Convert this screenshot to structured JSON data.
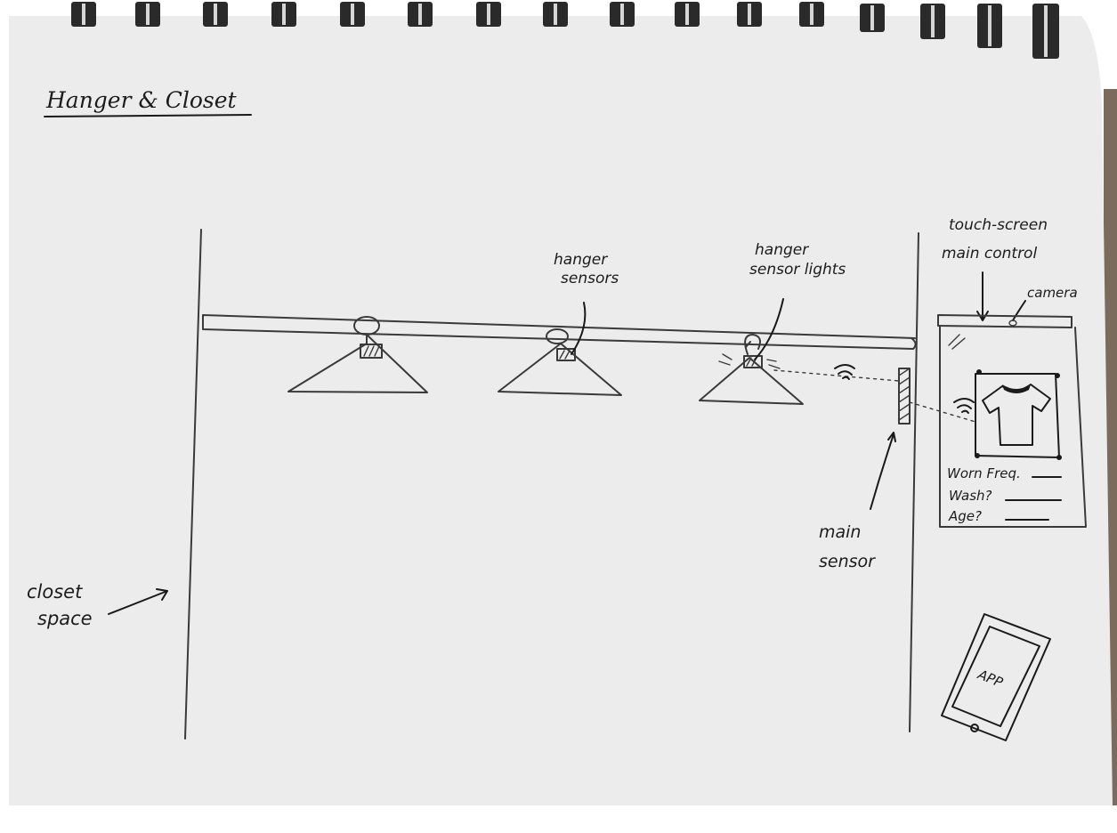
{
  "title": "Hanger & Closet",
  "labels": {
    "hanger_sensors": [
      "hanger",
      "sensors"
    ],
    "hanger_sensor_lights": [
      "hanger",
      "sensor lights"
    ],
    "touch_screen": [
      "touch-screen",
      "main control"
    ],
    "camera": "camera",
    "main_sensor": [
      "main",
      "sensor"
    ],
    "closet_space": [
      "closet",
      "space"
    ]
  },
  "screen": {
    "fields": [
      "Worn Freq.",
      "Wash?",
      "Age?"
    ]
  },
  "app_label": "APP"
}
